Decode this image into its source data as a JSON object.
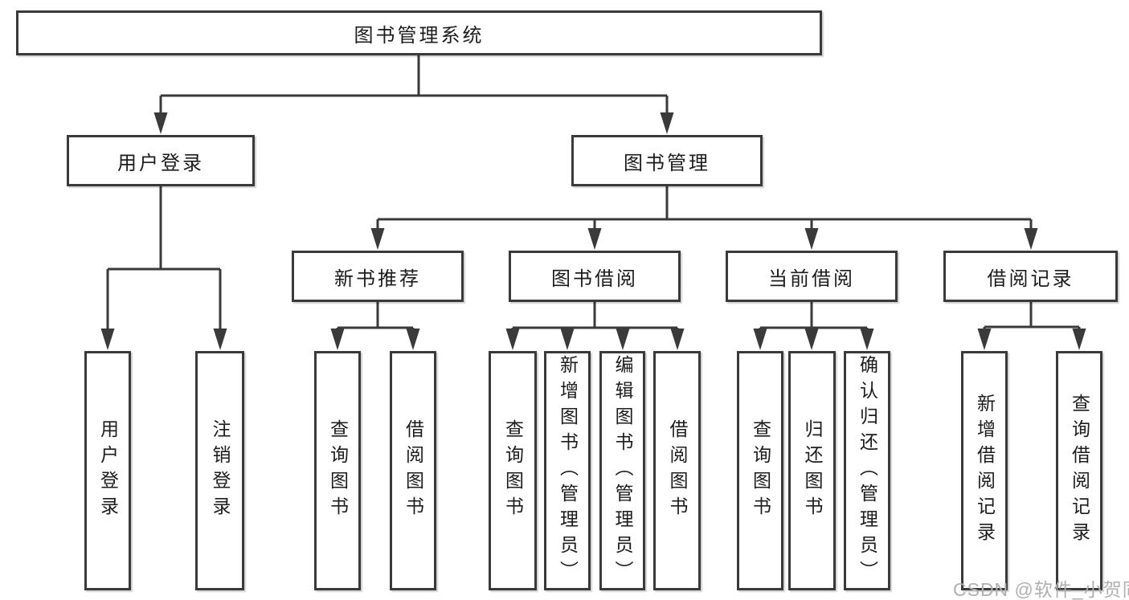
{
  "tree": {
    "root": {
      "label": "图书管理系统"
    },
    "branches": [
      {
        "label": "用户登录",
        "children": [
          "用户登录",
          "注销登录"
        ]
      },
      {
        "label": "图书管理",
        "modules": [
          {
            "label": "新书推荐",
            "children": [
              "查询图书",
              "借阅图书"
            ]
          },
          {
            "label": "图书借阅",
            "children": [
              "查询图书",
              "新增图书（管理员）",
              "编辑图书（管理员）",
              "借阅图书"
            ]
          },
          {
            "label": "当前借阅",
            "children": [
              "查询图书",
              "归还图书",
              "确认归还（管理员）"
            ]
          },
          {
            "label": "借阅记录",
            "children": [
              "新增借阅记录",
              "查询借阅记录"
            ]
          }
        ]
      }
    ]
  },
  "watermark": {
    "text": "CSDN @软件_小贺同学"
  },
  "colors": {
    "line": "#3a3a3a",
    "text": "#1c1c1c",
    "background": "#ffffff",
    "watermark": "#b0b0b0"
  }
}
